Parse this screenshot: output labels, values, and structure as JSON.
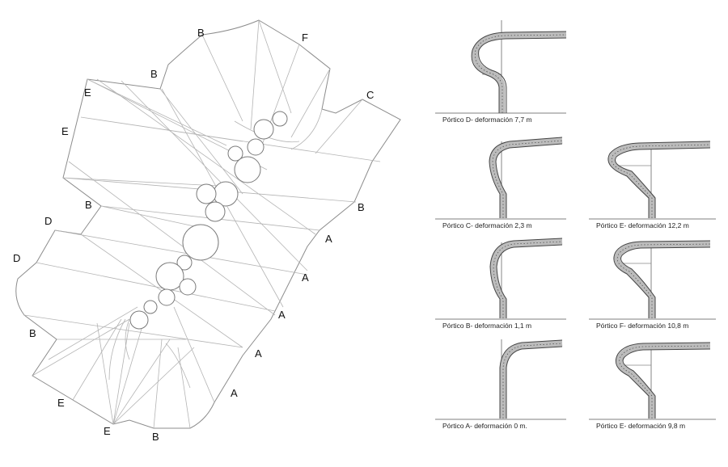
{
  "plan": {
    "labels": [
      "B",
      "F",
      "B",
      "C",
      "E",
      "E",
      "B",
      "B",
      "D",
      "D",
      "A",
      "A",
      "A",
      "A",
      "A",
      "B",
      "E",
      "E",
      "B"
    ]
  },
  "porticos": [
    {
      "caption": "Pórtico D- deformación 7,7 m"
    },
    {
      "caption": "Pórtico C- deformación 2,3 m"
    },
    {
      "caption": "Pórtico E- deformación 12,2 m"
    },
    {
      "caption": "Pórtico B- deformación 1,1 m"
    },
    {
      "caption": "Pórtico F- deformación 10,8 m"
    },
    {
      "caption": "Pórtico A- deformación 0 m."
    },
    {
      "caption": "Pórtico E- deformación 9,8 m"
    }
  ]
}
